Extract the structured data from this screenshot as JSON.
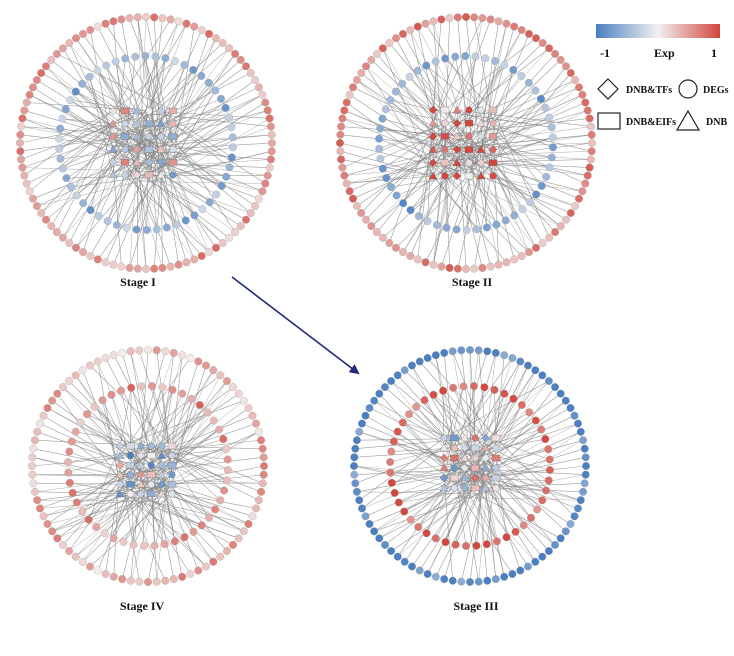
{
  "legend": {
    "colorbar": {
      "min_label": "-1",
      "title": "Exp",
      "max_label": "1",
      "low_color": "#4a7fc1",
      "mid_color": "#f2f0ef",
      "high_color": "#d2473e"
    },
    "shapes": [
      {
        "shape": "diamond",
        "label": "DNB&TFs"
      },
      {
        "shape": "circle",
        "label": "DEGs"
      },
      {
        "shape": "rectangle",
        "label": "DNB&EIFs"
      },
      {
        "shape": "triangle",
        "label": "DNB"
      }
    ]
  },
  "stages": [
    {
      "id": "stage1",
      "label": "Stage I",
      "outer_trend": 0.45,
      "inner_trend": -0.55,
      "core_trend": 0.0
    },
    {
      "id": "stage2",
      "label": "Stage II",
      "outer_trend": 0.55,
      "inner_trend": -0.6,
      "core_trend": 0.6
    },
    {
      "id": "stage3",
      "label": "Stage III",
      "outer_trend": -0.95,
      "inner_trend": 0.85,
      "core_trend": 0.0
    },
    {
      "id": "stage4",
      "label": "Stage IV",
      "outer_trend": 0.35,
      "inner_trend": 0.5,
      "core_trend": -0.2
    }
  ],
  "transition_arrow": {
    "from": "Stage I",
    "to": "Stage III",
    "color": "#1f2a7a"
  },
  "edge_color": "#8a8a8a"
}
